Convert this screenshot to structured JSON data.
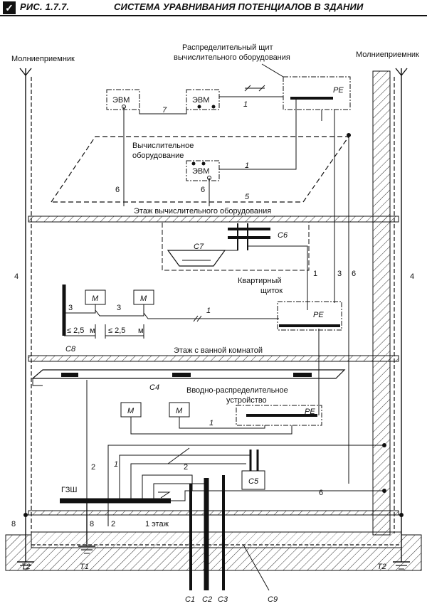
{
  "header": {
    "fig_number": "РИС. 1.7.7.",
    "title": "СИСТЕМА УРАВНИВАНИЯ ПОТЕНЦИАЛОВ В ЗДАНИИ"
  },
  "labels": {
    "lightning_left": "Молниеприемник",
    "lightning_right": "Молниеприемник",
    "dist_panel_line1": "Распределительный щит",
    "dist_panel_line2": "вычислительного оборудования",
    "computing_line1": "Вычислительное",
    "computing_line2": "оборудование",
    "floor_computing": "Этаж вычислительного оборудования",
    "apartment_line1": "Квартирный",
    "apartment_line2": "щиток",
    "floor_bath": "Этаж с ванной комнатой",
    "input_line1": "Вводно-распределительное",
    "input_line2": "устройство",
    "first_floor": "1 этаж",
    "gzsh": "ГЗШ",
    "evm": "ЭВМ",
    "pe": "PE",
    "motor": "М",
    "dist_limit": "≤ 2,5",
    "dist_unit": "м"
  },
  "codes": {
    "c1": "C1",
    "c2": "C2",
    "c3": "C3",
    "c4": "C4",
    "c5": "C5",
    "c6": "C6",
    "c7": "C7",
    "c8": "C8",
    "c9": "C9",
    "t1": "T1",
    "t2": "T2"
  },
  "numbers": {
    "n1": "1",
    "n2": "2",
    "n3": "3",
    "n4": "4",
    "n5": "5",
    "n6": "6",
    "n7": "7",
    "n8": "8"
  }
}
